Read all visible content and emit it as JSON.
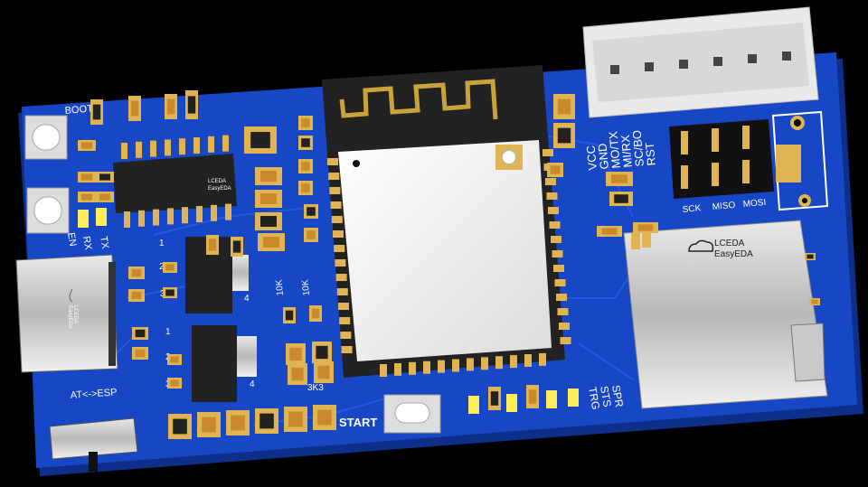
{
  "board": {
    "labels": {
      "boot": "BOOT",
      "en": "EN",
      "rx": "RX",
      "tx": "TX",
      "at_esp": "AT<->ESP",
      "start": "START",
      "r1": "10K",
      "r2": "10K",
      "r3": "3K3",
      "spr": "SPR",
      "sts": "STS",
      "trg": "TRG",
      "sck": "SCK",
      "miso": "MISO",
      "mosi": "MOSI",
      "pin_vcc": "VCC",
      "pin_gnd": "GND",
      "pin_mo_tx": "MO/TX",
      "pin_mi_rx": "MI/RX",
      "pin_sc_bo": "SC/BO",
      "pin_rst": "RST",
      "lceda": "LCEDA",
      "easyeda": "EasyEDA",
      "num1": "1",
      "num2": "2",
      "num3": "3",
      "num4": "4"
    },
    "colors": {
      "pcb": "#1747c4",
      "pcb_edge": "#0d2f8a",
      "pad": "#e0b452",
      "module": "#222222",
      "shield": "#f4f4f4",
      "led": "#ffec5a"
    }
  }
}
